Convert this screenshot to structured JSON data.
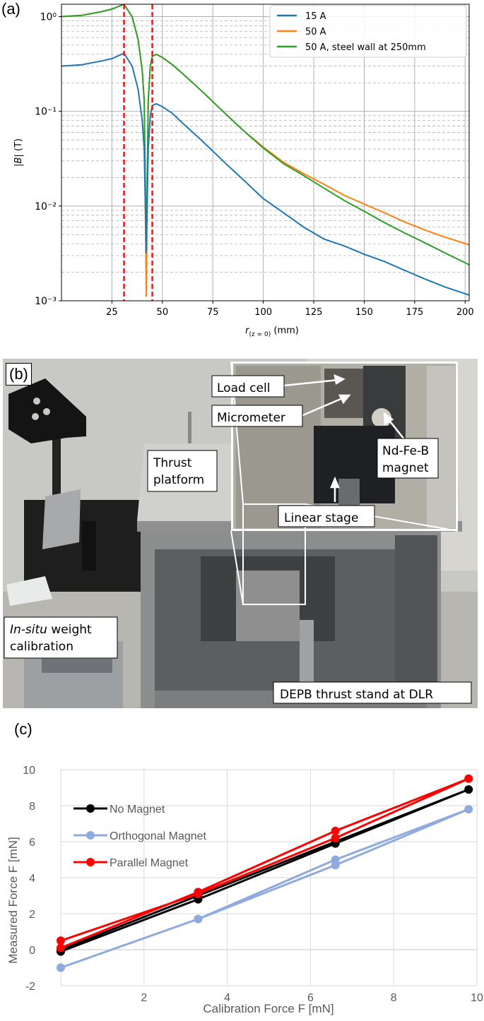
{
  "panels": {
    "a": {
      "letter": "(a)"
    },
    "b": {
      "letter": "(b)"
    },
    "c": {
      "letter": "(c)"
    }
  },
  "colors": {
    "blue": "#1f77b4",
    "orange": "#ff7f0e",
    "green": "#2ca02c",
    "red_marker": "#e41a1c",
    "c_black": "#000000",
    "c_lightblue": "#8faadc",
    "c_red": "#ff0000"
  },
  "photo_labels": {
    "load_cell": "Load cell",
    "micrometer": "Micrometer",
    "nd_magnet_line1": "Nd-Fe-B",
    "nd_magnet_line2": "magnet",
    "thrust_line1": "Thrust",
    "thrust_line2": "platform",
    "linear_stage": "Linear stage",
    "in_situ_italic": "In-situ",
    "weight": " weight",
    "calibration": "calibration",
    "stand": "DEPB thrust stand at DLR"
  },
  "chart_data": [
    {
      "id": "a",
      "type": "line",
      "y_scale": "log",
      "ylabel_prefix": "|",
      "ylabel_var": "B",
      "ylabel_suffix": "| (T)",
      "xlabel_var": "r",
      "xlabel_sub": "(z = 0)",
      "xlabel_unit": " (mm)",
      "xlim": [
        0,
        202
      ],
      "ylim": [
        0.001,
        1.35
      ],
      "x_ticks": [
        25,
        50,
        75,
        100,
        125,
        150,
        175,
        200
      ],
      "y_ticks": [
        {
          "value": 1,
          "label": "10⁰"
        },
        {
          "value": 0.1,
          "label": "10⁻¹"
        },
        {
          "value": 0.01,
          "label": "10⁻²"
        },
        {
          "value": 0.001,
          "label": "10⁻³"
        }
      ],
      "grid": true,
      "legend": "top-right",
      "vlines": [
        31,
        45
      ],
      "series": [
        {
          "name": "15 A",
          "color": "blue",
          "x": [
            0,
            10,
            20,
            25,
            31,
            35,
            38,
            40,
            41,
            42,
            43,
            44,
            45,
            47,
            50,
            55,
            60,
            70,
            80,
            90,
            100,
            110,
            120,
            130,
            140,
            150,
            160,
            170,
            180,
            190,
            202
          ],
          "y": [
            0.3,
            0.31,
            0.34,
            0.36,
            0.41,
            0.3,
            0.17,
            0.08,
            0.04,
            0.0032,
            0.04,
            0.09,
            0.115,
            0.12,
            0.112,
            0.095,
            0.075,
            0.048,
            0.03,
            0.019,
            0.012,
            0.0085,
            0.006,
            0.0045,
            0.0038,
            0.0031,
            0.0026,
            0.0021,
            0.0017,
            0.0014,
            0.00115
          ]
        },
        {
          "name": "50 A",
          "color": "orange",
          "x": [
            0,
            10,
            20,
            25,
            31,
            35,
            38,
            40,
            41,
            42,
            43,
            44,
            45,
            47,
            50,
            55,
            60,
            70,
            80,
            90,
            100,
            110,
            120,
            130,
            140,
            150,
            160,
            170,
            180,
            190,
            202
          ],
          "y": [
            1.0,
            1.03,
            1.13,
            1.2,
            1.35,
            1.0,
            0.57,
            0.27,
            0.13,
            0.0011,
            0.13,
            0.3,
            0.38,
            0.4,
            0.37,
            0.31,
            0.25,
            0.16,
            0.1,
            0.063,
            0.042,
            0.029,
            0.022,
            0.017,
            0.013,
            0.0105,
            0.0085,
            0.0068,
            0.0056,
            0.0047,
            0.0039
          ]
        },
        {
          "name": "50 A, steel wall at 250mm",
          "color": "green",
          "x": [
            0,
            10,
            20,
            25,
            31,
            35,
            38,
            40,
            41,
            42,
            43,
            44,
            45,
            47,
            50,
            55,
            60,
            70,
            80,
            90,
            100,
            110,
            120,
            130,
            140,
            150,
            160,
            170,
            180,
            190,
            202
          ],
          "y": [
            1.0,
            1.03,
            1.13,
            1.2,
            1.35,
            1.0,
            0.57,
            0.27,
            0.13,
            0.0032,
            0.13,
            0.3,
            0.38,
            0.4,
            0.37,
            0.31,
            0.25,
            0.16,
            0.1,
            0.063,
            0.041,
            0.028,
            0.021,
            0.0155,
            0.0115,
            0.0088,
            0.0067,
            0.0052,
            0.0041,
            0.0032,
            0.0024
          ]
        }
      ]
    },
    {
      "id": "c",
      "type": "line",
      "xlabel": "Calibration Force F [mN]",
      "ylabel": "Measured Force F [mN]",
      "xlim": [
        0,
        10
      ],
      "ylim": [
        -2,
        10
      ],
      "x_ticks": [
        2,
        4,
        6,
        8,
        10
      ],
      "y_ticks": [
        -2,
        0,
        2,
        4,
        6,
        8,
        10
      ],
      "grid": true,
      "legend": "top-left",
      "series": [
        {
          "name": "No Magnet",
          "color": "c_black",
          "x": [
            0,
            3.3,
            6.6,
            9.8,
            6.6,
            3.3,
            0
          ],
          "y": [
            -0.1,
            2.8,
            5.9,
            8.9,
            6.0,
            3.0,
            0
          ]
        },
        {
          "name": "Orthogonal Magnet",
          "color": "c_lightblue",
          "x": [
            0,
            3.3,
            6.6,
            9.8,
            6.6,
            3.3,
            0
          ],
          "y": [
            -1.0,
            1.7,
            4.7,
            7.8,
            5.0,
            1.7,
            -1.0
          ]
        },
        {
          "name": "Parallel Magnet",
          "color": "c_red",
          "x": [
            0,
            3.3,
            6.6,
            9.8,
            6.6,
            3.3,
            0
          ],
          "y": [
            0.5,
            3.1,
            6.2,
            9.5,
            6.6,
            3.2,
            0.1
          ]
        }
      ]
    }
  ]
}
